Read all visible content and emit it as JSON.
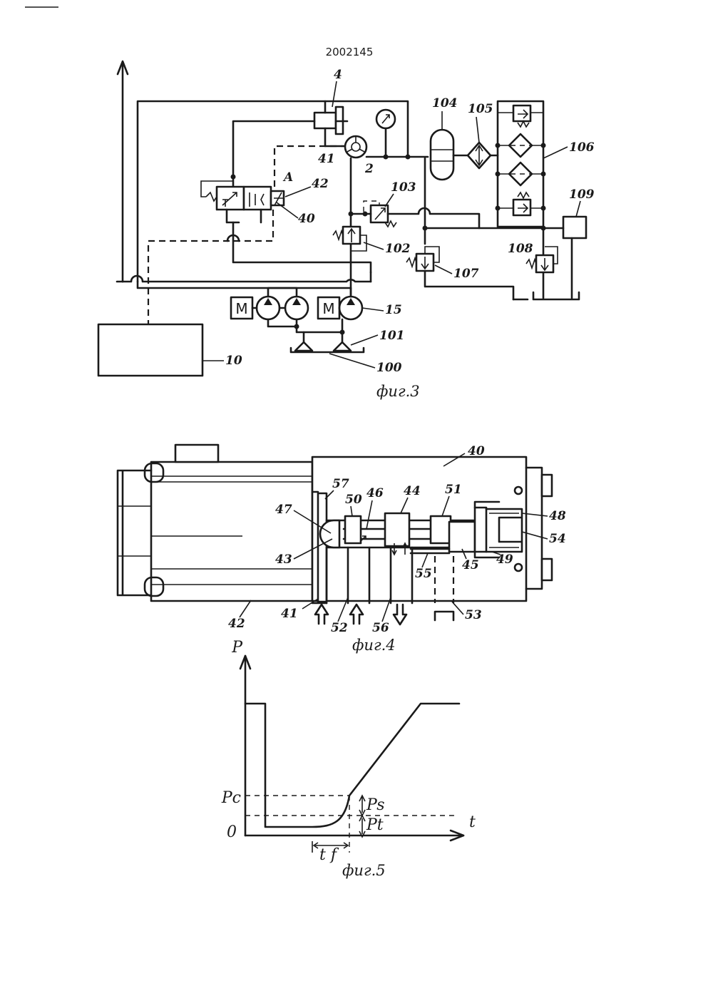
{
  "document": {
    "patent_number": "2002145"
  },
  "figure3": {
    "caption": "фиг.3",
    "labels": {
      "l4": "4",
      "l2": "2",
      "l41": "41",
      "l42": "42",
      "l40": "40",
      "lA": "A",
      "l103": "103",
      "l102": "102",
      "l104": "104",
      "l105": "105",
      "l106": "106",
      "l107": "107",
      "l108": "108",
      "l109": "109",
      "l15": "15",
      "l101": "101",
      "l100": "100",
      "l10": "10",
      "motor1": "M",
      "motor2": "M"
    }
  },
  "figure4": {
    "caption": "фиг.4",
    "labels": {
      "l40": "40",
      "l57": "57",
      "l50": "50",
      "l46": "46",
      "l44": "44",
      "l51": "51",
      "l47": "47",
      "l48": "48",
      "l43": "43",
      "l54": "54",
      "l49": "49",
      "l45": "45",
      "l55": "55",
      "l42": "42",
      "l41": "41",
      "l52": "52",
      "l56": "56",
      "l53": "53"
    }
  },
  "figure5": {
    "caption": "фиг.5",
    "axes": {
      "y": "P",
      "x": "t",
      "origin": "0",
      "pc": "Pc",
      "ps": "Ps",
      "pt": "Pt",
      "tf": "t f"
    }
  }
}
